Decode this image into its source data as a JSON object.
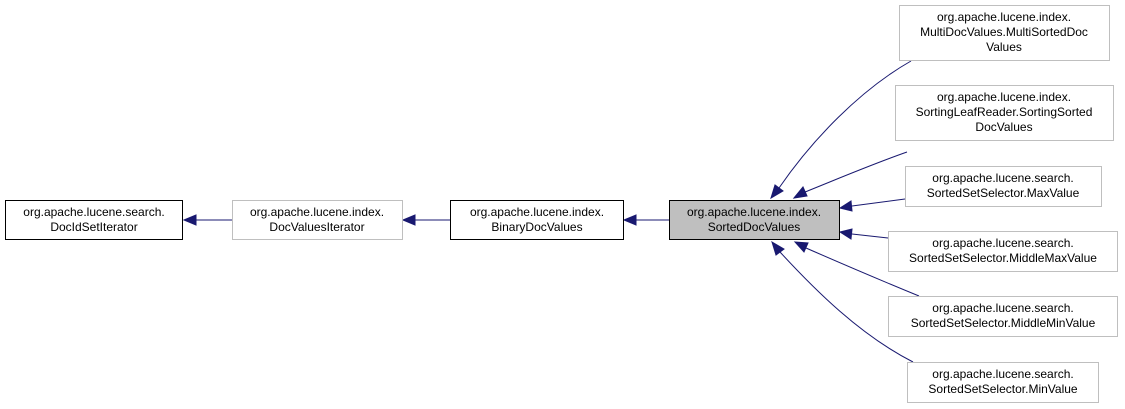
{
  "diagram": {
    "nodes": {
      "docidsetiterator": {
        "lines": [
          "org.apache.lucene.search.",
          "DocIdSetIterator"
        ],
        "border": "black"
      },
      "docvaluesiterator": {
        "lines": [
          "org.apache.lucene.index.",
          "DocValuesIterator"
        ],
        "border": "gray"
      },
      "binarydocvalues": {
        "lines": [
          "org.apache.lucene.index.",
          "BinaryDocValues"
        ],
        "border": "black"
      },
      "sorteddocvalues": {
        "lines": [
          "org.apache.lucene.index.",
          "SortedDocValues"
        ],
        "border": "black",
        "current": true
      },
      "multisorteddocvalues": {
        "lines": [
          "org.apache.lucene.index.",
          "MultiDocValues.MultiSortedDoc",
          "Values"
        ],
        "border": "gray"
      },
      "sortingsorteddocvalues": {
        "lines": [
          "org.apache.lucene.index.",
          "SortingLeafReader.SortingSorted",
          "DocValues"
        ],
        "border": "gray"
      },
      "maxvalue": {
        "lines": [
          "org.apache.lucene.search.",
          "SortedSetSelector.MaxValue"
        ],
        "border": "gray"
      },
      "middlemaxvalue": {
        "lines": [
          "org.apache.lucene.search.",
          "SortedSetSelector.MiddleMaxValue"
        ],
        "border": "gray"
      },
      "middleminvalue": {
        "lines": [
          "org.apache.lucene.search.",
          "SortedSetSelector.MiddleMinValue"
        ],
        "border": "gray"
      },
      "minvalue": {
        "lines": [
          "org.apache.lucene.search.",
          "SortedSetSelector.MinValue"
        ],
        "border": "gray"
      }
    },
    "colors": {
      "edge": "#191970",
      "current_fill": "#bfbfbf",
      "gray_border": "#bfbfbf",
      "black_border": "#000000"
    }
  }
}
